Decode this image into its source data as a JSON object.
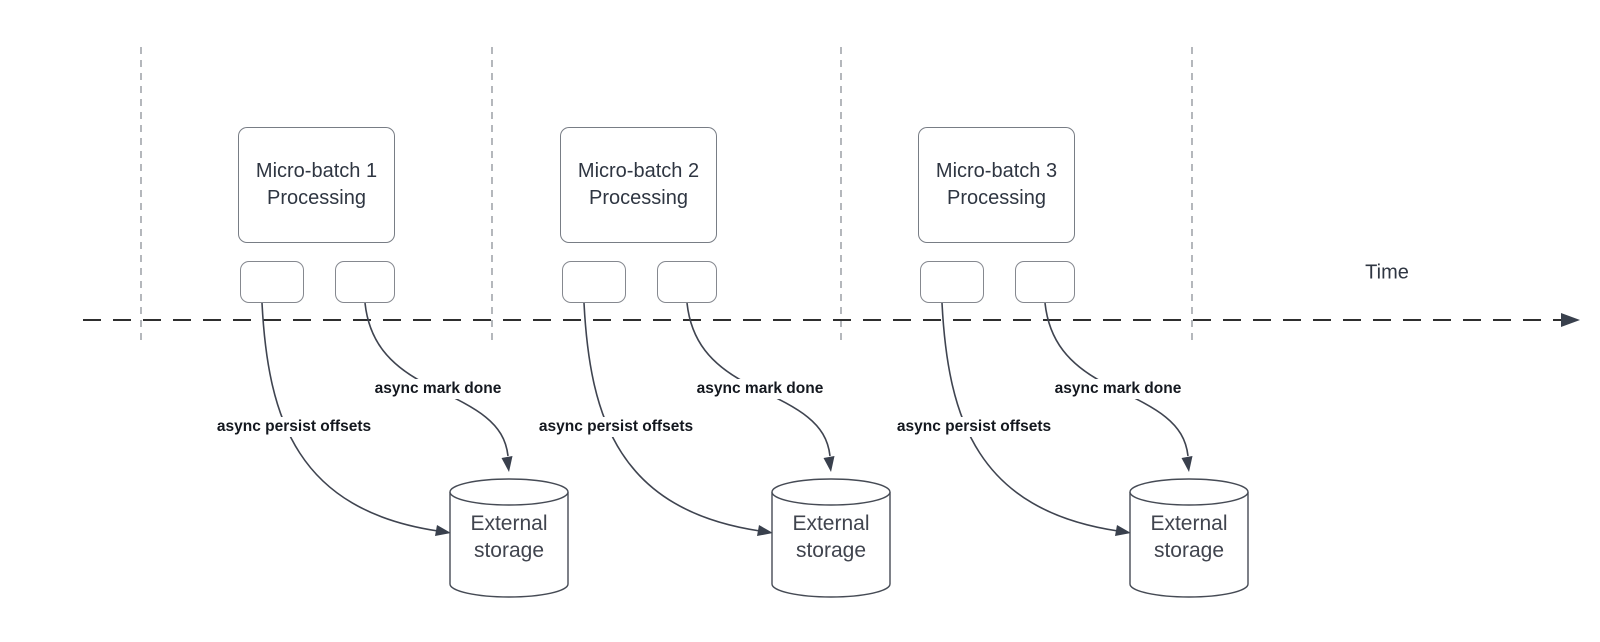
{
  "diagram": {
    "time_label": "Time",
    "groups": [
      {
        "title": "Micro-batch 1 Processing",
        "persist_label": "async persist offsets",
        "done_label": "async mark done",
        "storage_label": "External storage"
      },
      {
        "title": "Micro-batch 2 Processing",
        "persist_label": "async persist offsets",
        "done_label": "async mark done",
        "storage_label": "External storage"
      },
      {
        "title": "Micro-batch 3 Processing",
        "persist_label": "async persist offsets",
        "done_label": "async mark done",
        "storage_label": "External storage"
      }
    ],
    "colors": {
      "connector": "#3f4450",
      "arrowhead": "#39404d",
      "timeline": "#2e2e2e",
      "guide_dash": "#a8abb0",
      "box_border": "#787d85",
      "box_text": "#2f3642",
      "edge_label_text": "#14181f",
      "background": "#ffffff"
    }
  }
}
